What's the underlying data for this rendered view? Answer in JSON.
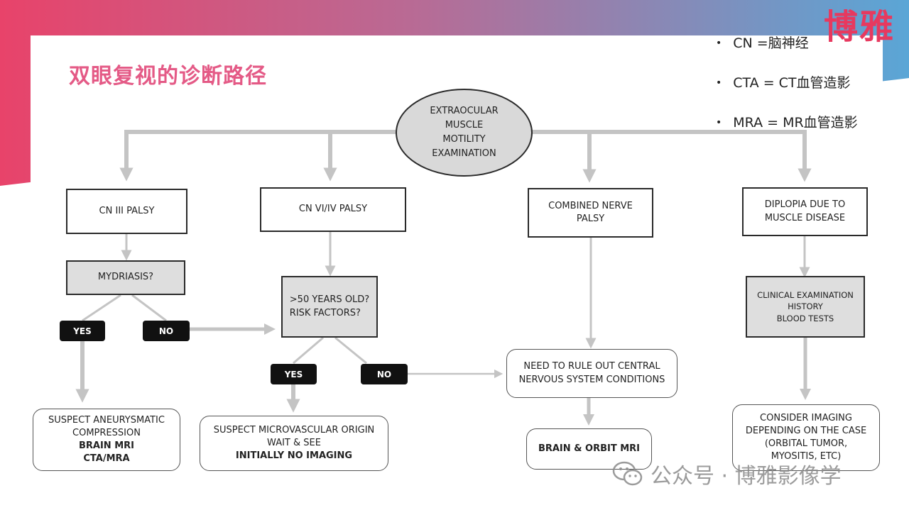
{
  "brand": "博雅",
  "title": "双眼复视的诊断路径",
  "abbreviations": [
    "CN =脑神经",
    "CTA = CT血管造影",
    "MRA = MR血管造影"
  ],
  "nodes": {
    "start": [
      "EXTRAOCULAR",
      "MUSCLE",
      "MOTILITY",
      "EXAMINATION"
    ],
    "cn3": "CN III PALSY",
    "cn64": "CN VI/IV PALSY",
    "combined": [
      "COMBINED NERVE",
      "PALSY"
    ],
    "muscle": [
      "DIPLOPIA DUE TO",
      "MUSCLE DISEASE"
    ],
    "mydriasis": "MYDRIASIS?",
    "age": [
      ">50 YEARS OLD?",
      "RISK FACTORS?"
    ],
    "clinical": [
      "CLINICAL EXAMINATION",
      "HISTORY",
      "BLOOD TESTS"
    ],
    "yes1": "YES",
    "no1": "NO",
    "yes2": "YES",
    "no2": "NO",
    "aneurysm": [
      "SUSPECT ANEURYSMATIC",
      "COMPRESSION",
      "BRAIN MRI",
      "CTA/MRA"
    ],
    "micro": [
      "SUSPECT MICROVASCULAR ORIGIN",
      "WAIT & SEE",
      "INITIALLY NO IMAGING"
    ],
    "cns": [
      "NEED TO RULE OUT CENTRAL",
      "NERVOUS SYSTEM CONDITIONS"
    ],
    "brainorbit": "BRAIN & ORBIT MRI",
    "imaging": [
      "CONSIDER IMAGING",
      "DEPENDING ON THE CASE",
      "(ORBITAL TUMOR,",
      "MYOSITIS, ETC)"
    ]
  },
  "watermark": "公众号 · 博雅影像学",
  "colors": {
    "brand": "#e7395f",
    "title": "#e45a86",
    "arrow": "#c4c4c4",
    "band_left": "#e8436a",
    "band_right": "#5aa6d6"
  }
}
